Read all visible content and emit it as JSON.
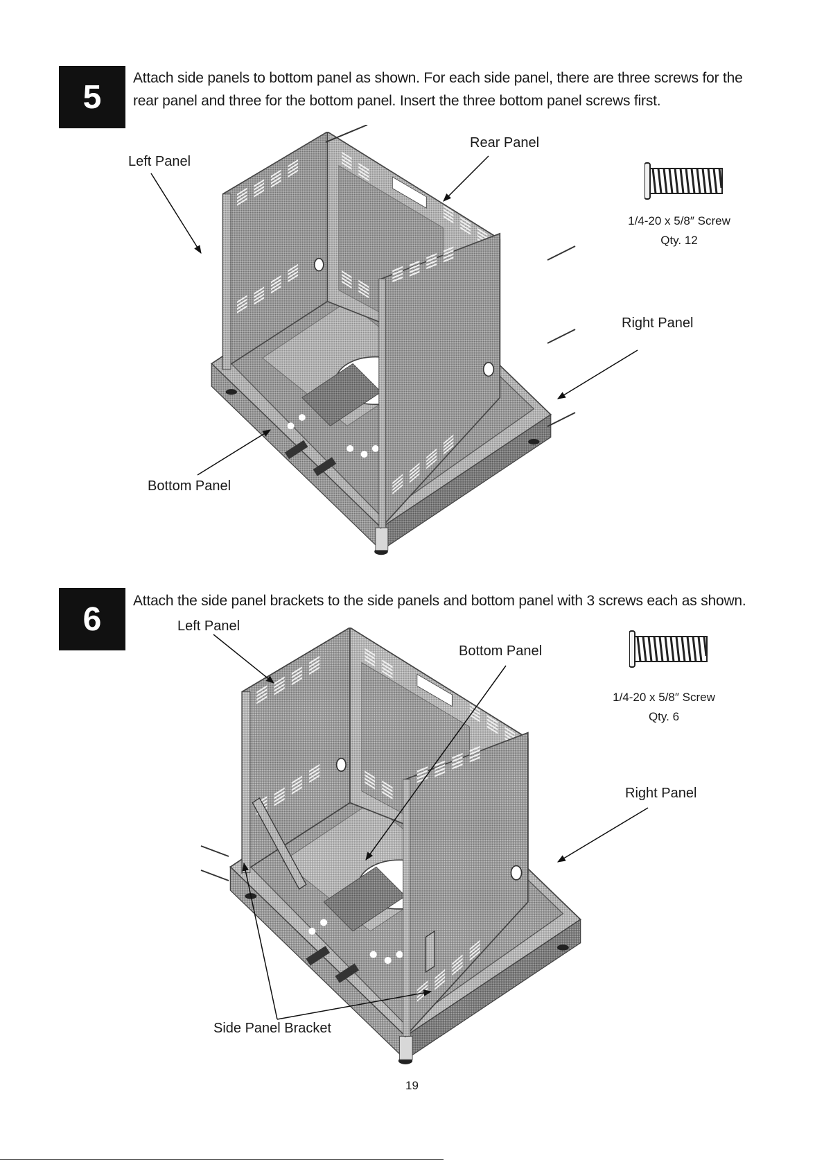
{
  "step5": {
    "number": "5",
    "instruction": "Attach side panels to bottom panel as shown. For each side panel, there are three screws for the rear panel and three for the bottom panel. Insert the three bottom panel screws first.",
    "labels": {
      "left_panel": "Left Panel",
      "rear_panel": "Rear Panel",
      "right_panel": "Right Panel",
      "bottom_panel": "Bottom Panel"
    },
    "screw": {
      "size": "1/4-20 x 5/8″ Screw",
      "qty": "Qty. 12"
    }
  },
  "step6": {
    "number": "6",
    "instruction": "Attach the side panel brackets to the side panels and bottom panel with 3 screws each as shown.",
    "labels": {
      "left_panel": "Left Panel",
      "bottom_panel": "Bottom Panel",
      "right_panel": "Right Panel",
      "side_panel_bracket": "Side Panel Bracket"
    },
    "screw": {
      "size": "1/4-20 x 5/8″ Screw",
      "qty": "Qty. 6"
    }
  },
  "page_number": "19"
}
